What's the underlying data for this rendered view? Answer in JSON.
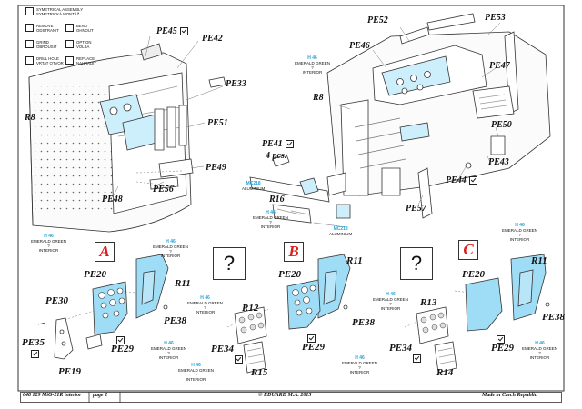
{
  "legend": [
    {
      "icon": "symmetrical-assembly-icon",
      "text": "SYMETRICAL ASSEMBLY\nSYMETRICKÁ MONTÁŽ"
    },
    {
      "icon": "remove-constraint-icon",
      "text": "REMOVE\nODSTRANIT"
    },
    {
      "icon": "bend-icon",
      "text": "BEND\nOHNOUT"
    },
    {
      "icon": "grind-icon",
      "text": "GRIND\nOBROUSIT"
    },
    {
      "icon": "option-icon",
      "text": "OPTION\nVOLBA"
    },
    {
      "icon": "drill-hole-icon",
      "text": "DRILL HOLE\nVRTAT OTVOR"
    },
    {
      "icon": "replace-icon",
      "text": "REPLACE\nNAHRADIT"
    }
  ],
  "parts": {
    "pe45": "PE45",
    "pe42": "PE42",
    "pe33": "PE33",
    "pe51": "PE51",
    "pe49": "PE49",
    "pe56": "PE56",
    "pe48": "PE48",
    "r8_left": "R8",
    "pe41": "PE41",
    "pe41_qty": "4 pcs.",
    "r16": "R16",
    "pe52": "PE52",
    "pe53": "PE53",
    "pe46": "PE46",
    "pe47": "PE47",
    "r8_right": "R8",
    "pe50": "PE50",
    "pe43": "PE43",
    "pe44": "PE44",
    "pe57": "PE57",
    "a_pe20": "PE20",
    "a_r11": "R11",
    "a_pe30": "PE30",
    "a_pe38": "PE38",
    "a_pe35": "PE35",
    "a_pe29": "PE29",
    "a_pe19": "PE19",
    "b_pe20": "PE20",
    "b_r11": "R11",
    "b_r12": "R12",
    "b_pe38": "PE38",
    "b_pe34": "PE34",
    "b_pe29": "PE29",
    "b_r15": "R15",
    "c_pe20": "PE20",
    "c_r11": "R11",
    "c_r13": "R13",
    "c_pe38": "PE38",
    "c_pe34": "PE34",
    "c_pe29": "PE29",
    "c_r14": "R14"
  },
  "paints": {
    "h46": {
      "code": "H 46",
      "name": "EMERALD GREEN",
      "note": "?",
      "use": "INTERIOR"
    },
    "mc218": {
      "code": "MC218",
      "name": "ALUMINIUM"
    }
  },
  "steps": {
    "a": "A",
    "b": "B",
    "c": "C"
  },
  "question_mark": "?",
  "footer": {
    "kit": "648 129  MiG-21R interior",
    "page": "page 2",
    "copyright": "© EDUARD  M.A. 2013",
    "made_in": "Made in Czech Republic"
  },
  "colors": {
    "photo_etch": "#9fdcf5",
    "accent_blue": "#27a3d8",
    "step_red": "#d92020",
    "line": "#333333"
  }
}
